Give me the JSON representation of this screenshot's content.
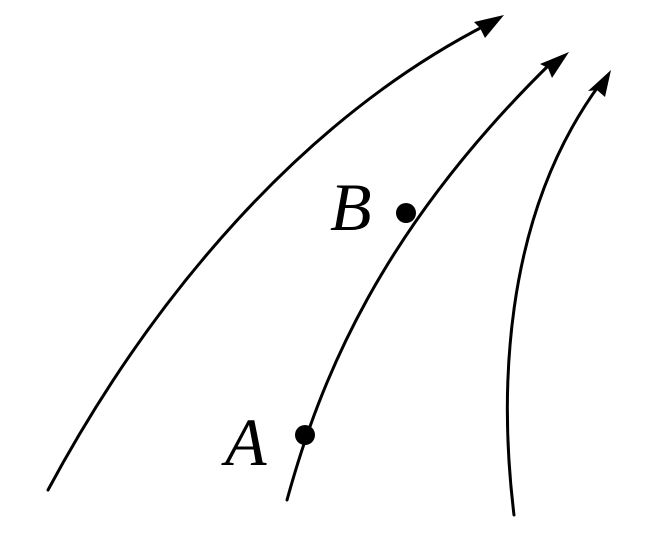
{
  "points": [
    {
      "id": "A",
      "label": "A"
    },
    {
      "id": "B",
      "label": "B"
    }
  ],
  "colors": {
    "ink": "#000000",
    "background": "#ffffff"
  }
}
